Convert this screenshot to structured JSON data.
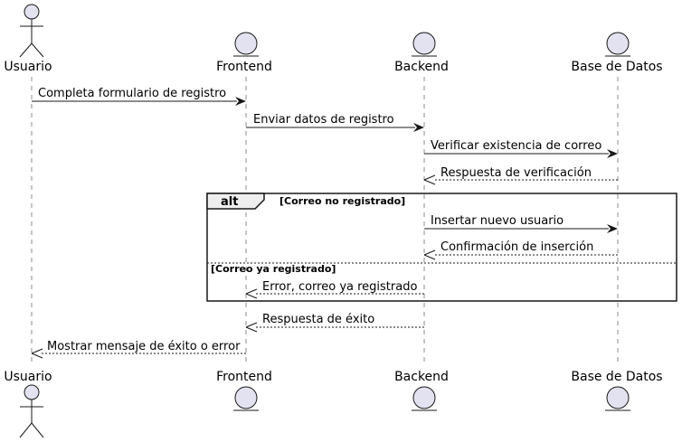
{
  "diagram": {
    "type": "sequence",
    "participants": [
      {
        "name": "Usuario",
        "kind": "actor"
      },
      {
        "name": "Frontend",
        "kind": "entity"
      },
      {
        "name": "Backend",
        "kind": "entity"
      },
      {
        "name": "Base de Datos",
        "kind": "entity"
      }
    ],
    "messages": [
      {
        "from": "Usuario",
        "to": "Frontend",
        "text": "Completa formulario de registro",
        "style": "solid"
      },
      {
        "from": "Frontend",
        "to": "Backend",
        "text": "Enviar datos de registro",
        "style": "solid"
      },
      {
        "from": "Backend",
        "to": "Base de Datos",
        "text": "Verificar existencia de correo",
        "style": "solid"
      },
      {
        "from": "Base de Datos",
        "to": "Backend",
        "text": "Respuesta de verificación",
        "style": "dashed"
      },
      {
        "from": "Backend",
        "to": "Base de Datos",
        "text": "Insertar nuevo usuario",
        "style": "solid"
      },
      {
        "from": "Base de Datos",
        "to": "Backend",
        "text": "Confirmación de inserción",
        "style": "dashed"
      },
      {
        "from": "Backend",
        "to": "Frontend",
        "text": "Error, correo ya registrado",
        "style": "dashed"
      },
      {
        "from": "Backend",
        "to": "Frontend",
        "text": "Respuesta de éxito",
        "style": "dashed"
      },
      {
        "from": "Frontend",
        "to": "Usuario",
        "text": "Mostrar mensaje de éxito o error",
        "style": "dashed"
      }
    ],
    "alt": {
      "keyword": "alt",
      "guard1": "[Correo no registrado]",
      "guard2": "[Correo ya registrado]"
    },
    "colors": {
      "participant_fill": "#E2E2F0",
      "stroke": "#181818",
      "lifeline": "#181818",
      "alt_header_fill": "#EEEEEE"
    }
  }
}
